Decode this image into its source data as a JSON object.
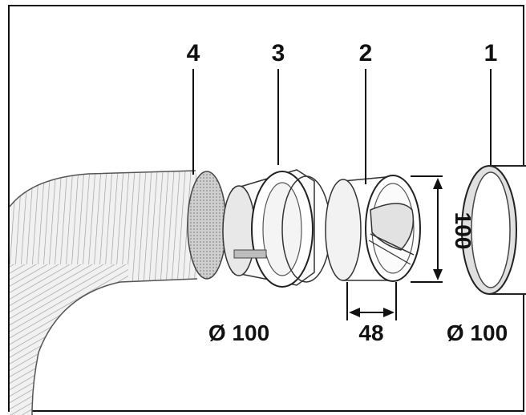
{
  "diagram": {
    "part_numbers": [
      "4",
      "3",
      "2",
      "1"
    ],
    "dimensions": {
      "hose_diameter": "Ø 100",
      "outlet_diameter": "Ø 100",
      "valve_length": "48",
      "valve_height": "100"
    }
  }
}
